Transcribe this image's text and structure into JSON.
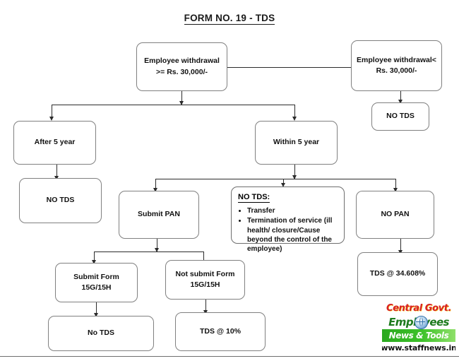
{
  "title": "FORM NO. 19 - TDS",
  "nodes": {
    "withdrawal_ge": "Employee withdrawal >= Rs. 30,000/-",
    "withdrawal_lt": "Employee withdrawal< Rs. 30,000/-",
    "no_tds_right": "NO TDS",
    "after_5_year": "After 5 year",
    "within_5_year": "Within 5 year",
    "no_tds_left": "NO TDS",
    "submit_pan": "Submit PAN",
    "no_pan": "NO PAN",
    "tds_34608": "TDS @ 34.608%",
    "submit_form": "Submit Form 15G/15H",
    "not_submit_form": "Not submit Form 15G/15H",
    "no_tds_bottom": "No TDS",
    "tds_10": "TDS @ 10%"
  },
  "no_tds_panel": {
    "header": "NO TDS:",
    "items": [
      "Transfer",
      "Termination of service (ill health/ closure/Cause beyond the control of the employee)"
    ]
  },
  "logo": {
    "line1": "Central Govt.",
    "line2": "Employees",
    "line3": "News & Tools",
    "line4": "www.staffnews.in"
  },
  "colors": {
    "box_border": "#808080",
    "connector": "#2b2b2b",
    "text": "#111111",
    "logo_red": "#d81f26",
    "logo_green": "#2aa81f",
    "logo_yellow": "#f4c40a"
  }
}
